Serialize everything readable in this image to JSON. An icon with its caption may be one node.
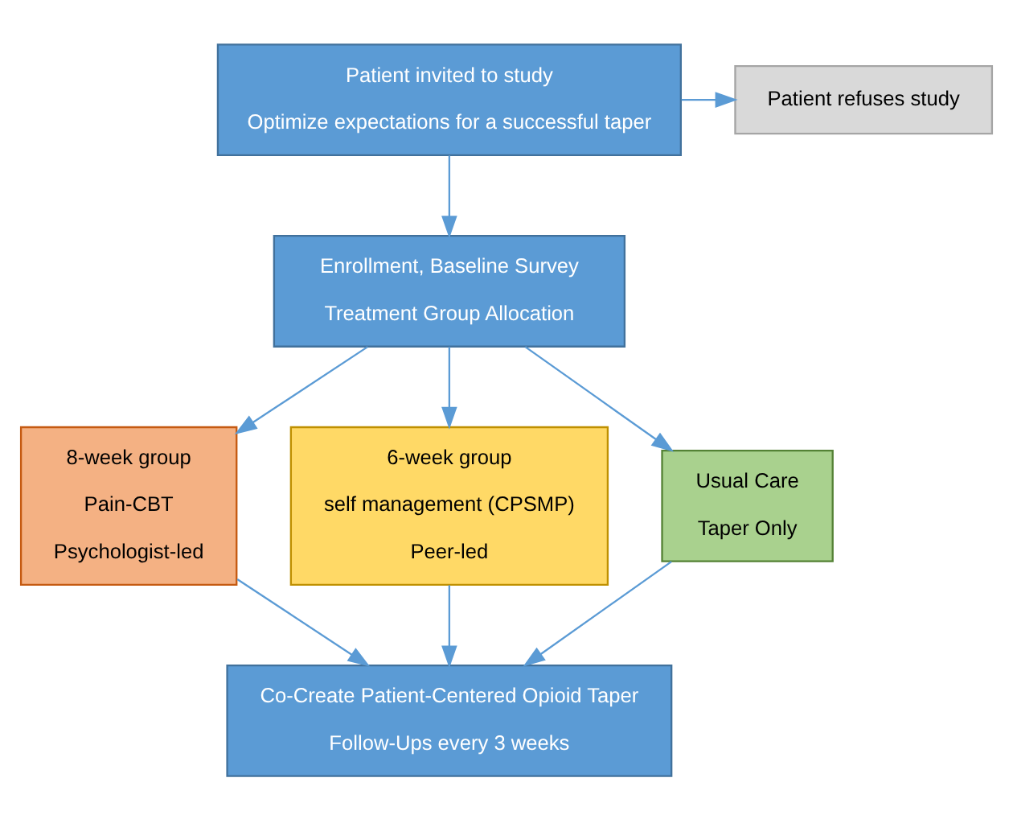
{
  "diagram": {
    "nodes": [
      {
        "text": [
          "Patient invited to study",
          "Optimize expectations for a successful taper"
        ]
      },
      {
        "text": [
          "Patient refuses study"
        ]
      },
      {
        "text": [
          "Enrollment, Baseline Survey",
          "Treatment Group Allocation"
        ]
      },
      {
        "text": [
          "8-week group",
          "Pain-CBT",
          "Psychologist-led"
        ]
      },
      {
        "text": [
          "6-week group",
          "self management (CPSMP)",
          "Peer-led"
        ]
      },
      {
        "text": [
          "Usual Care",
          "Taper Only"
        ]
      },
      {
        "text": [
          "Co-Create Patient-Centered Opioid Taper",
          "Follow-Ups every 3 weeks"
        ]
      }
    ],
    "edges": [
      {
        "from": 0,
        "to": 1,
        "arrow": "to"
      },
      {
        "from": 0,
        "to": 2,
        "arrow": "to"
      },
      {
        "from": 2,
        "to": 3,
        "arrow": "to"
      },
      {
        "from": 2,
        "to": 4,
        "arrow": "to"
      },
      {
        "from": 2,
        "to": 5,
        "arrow": "to"
      },
      {
        "from": 3,
        "to": 6,
        "arrow": "to"
      },
      {
        "from": 4,
        "to": 6,
        "arrow": "to"
      },
      {
        "from": 5,
        "to": 6,
        "arrow": "to"
      }
    ]
  }
}
